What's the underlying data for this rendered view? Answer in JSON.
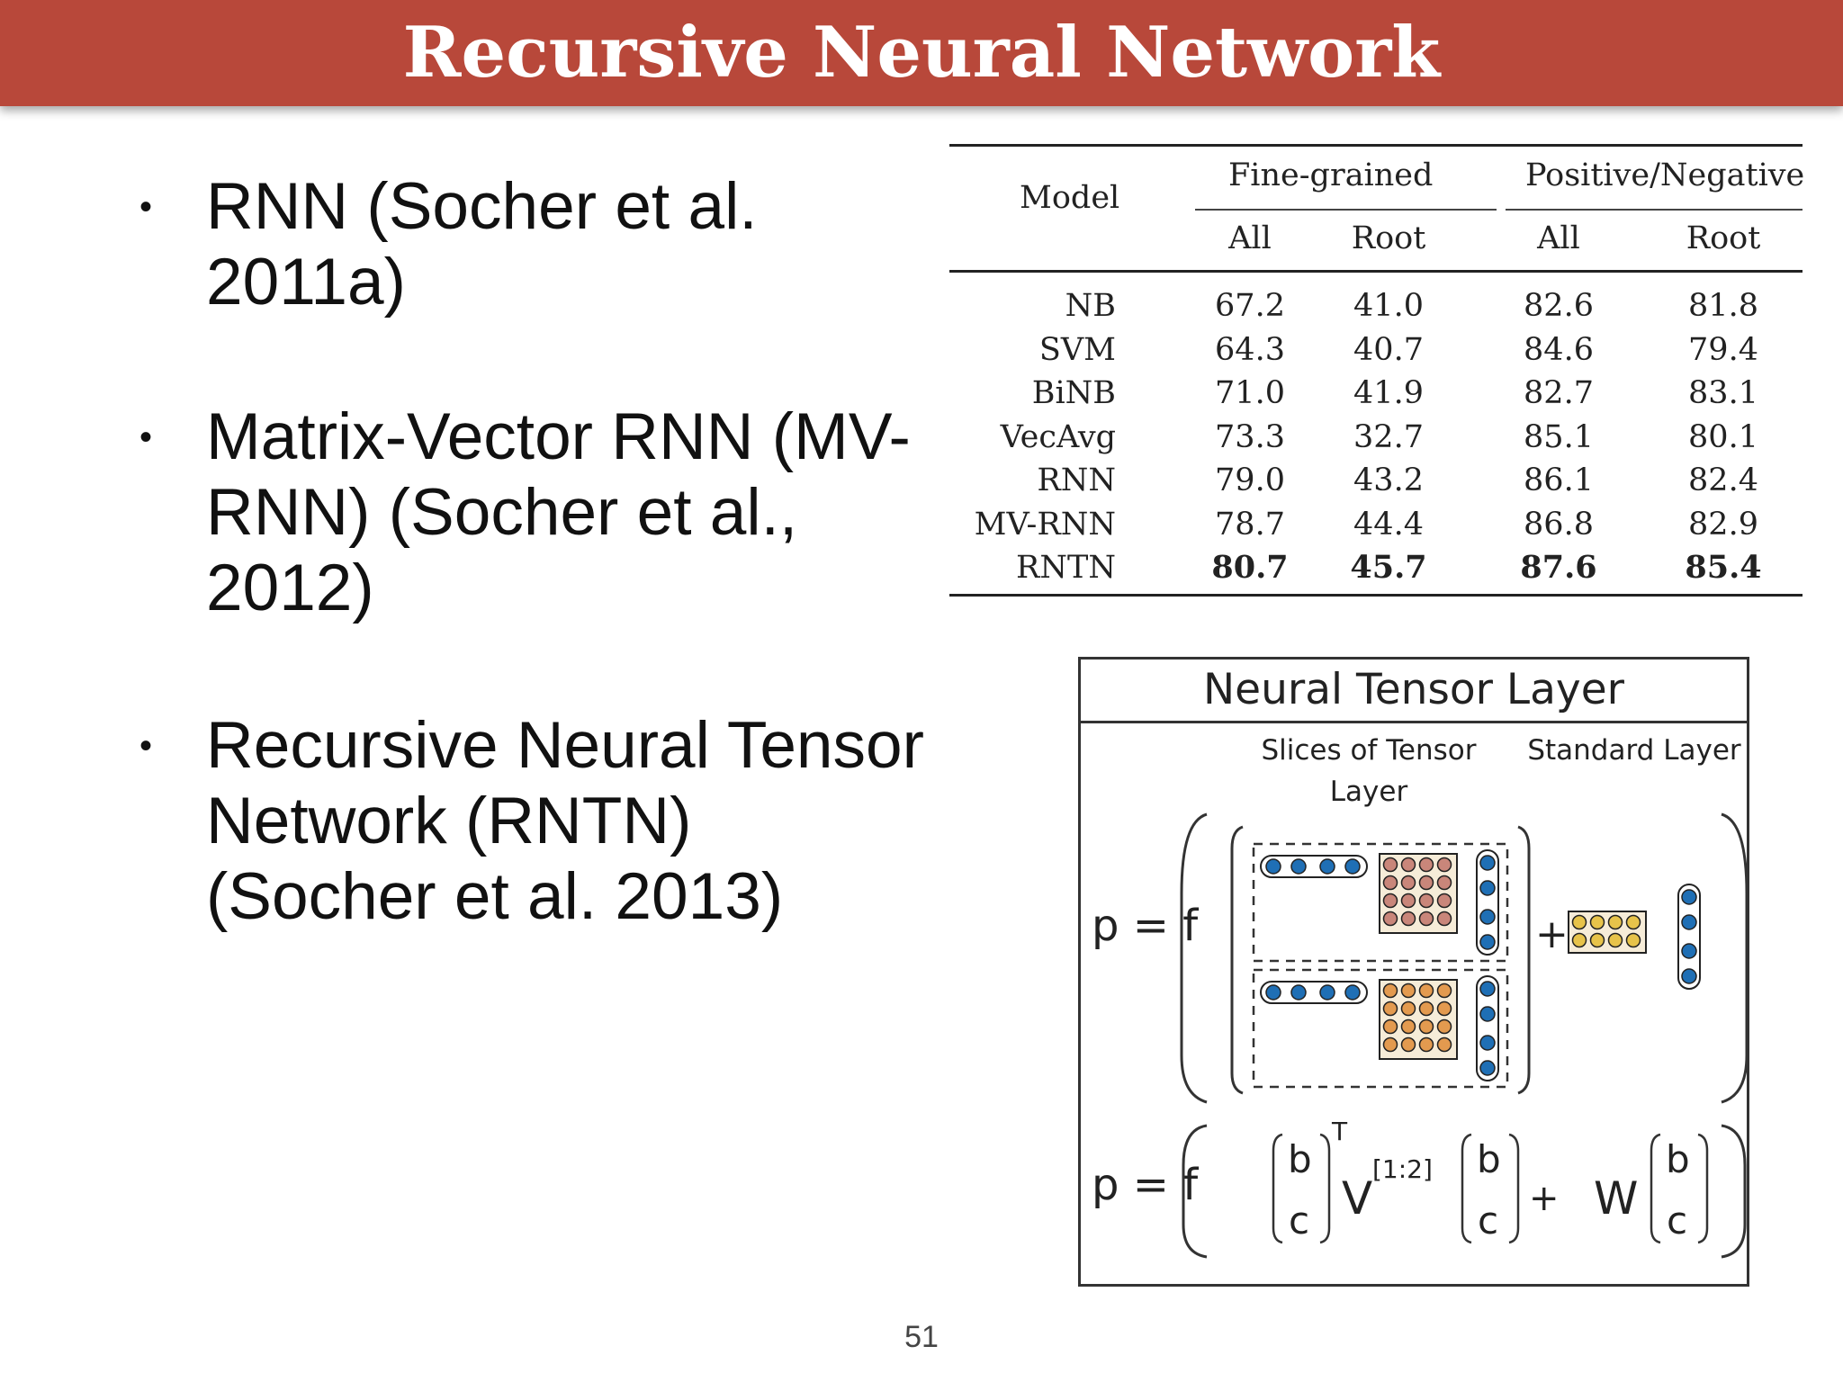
{
  "slide": {
    "title": "Recursive Neural Network",
    "page_number": "51"
  },
  "bullets": [
    {
      "marker": "•",
      "text": "RNN (Socher et al. 2011a)"
    },
    {
      "marker": "•",
      "text": "Matrix-Vector RNN (MV-RNN) (Socher et al., 2012)"
    },
    {
      "marker": "•",
      "text": "Recursive Neural Tensor Network (RNTN) (Socher et al. 2013)"
    }
  ],
  "table": {
    "model_header": "Model",
    "group_headers": [
      "Fine-grained",
      "Positive/Negative"
    ],
    "sub_headers": [
      "All",
      "Root",
      "All",
      "Root"
    ],
    "rows": [
      {
        "model": "NB",
        "values": [
          "67.2",
          "41.0",
          "82.6",
          "81.8"
        ],
        "bold": false
      },
      {
        "model": "SVM",
        "values": [
          "64.3",
          "40.7",
          "84.6",
          "79.4"
        ],
        "bold": false
      },
      {
        "model": "BiNB",
        "values": [
          "71.0",
          "41.9",
          "82.7",
          "83.1"
        ],
        "bold": false
      },
      {
        "model": "VecAvg",
        "values": [
          "73.3",
          "32.7",
          "85.1",
          "80.1"
        ],
        "bold": false
      },
      {
        "model": "RNN",
        "values": [
          "79.0",
          "43.2",
          "86.1",
          "82.4"
        ],
        "bold": false
      },
      {
        "model": "MV-RNN",
        "values": [
          "78.7",
          "44.4",
          "86.8",
          "82.9"
        ],
        "bold": false
      },
      {
        "model": "RNTN",
        "values": [
          "80.7",
          "45.7",
          "87.6",
          "85.4"
        ],
        "bold": true
      }
    ]
  },
  "diagram": {
    "title": "Neural Tensor Layer",
    "caption_slices": "Slices of Tensor Layer",
    "caption_standard": "Standard Layer",
    "eq1_lhs": "p = f",
    "eq2_lhs": "p = f",
    "plus": "+",
    "vec_top": "b",
    "vec_bottom": "c",
    "transpose": "T",
    "tensor_symbol": "V",
    "tensor_superscript": "[1:2]",
    "weight_symbol": "W",
    "colors": {
      "blue_node": "#1f6fb5",
      "red_node": "#c9867a",
      "orange_node": "#e39a4f",
      "yellow_node": "#e7c34a",
      "matrix_bg": "#f6ecd8"
    }
  }
}
